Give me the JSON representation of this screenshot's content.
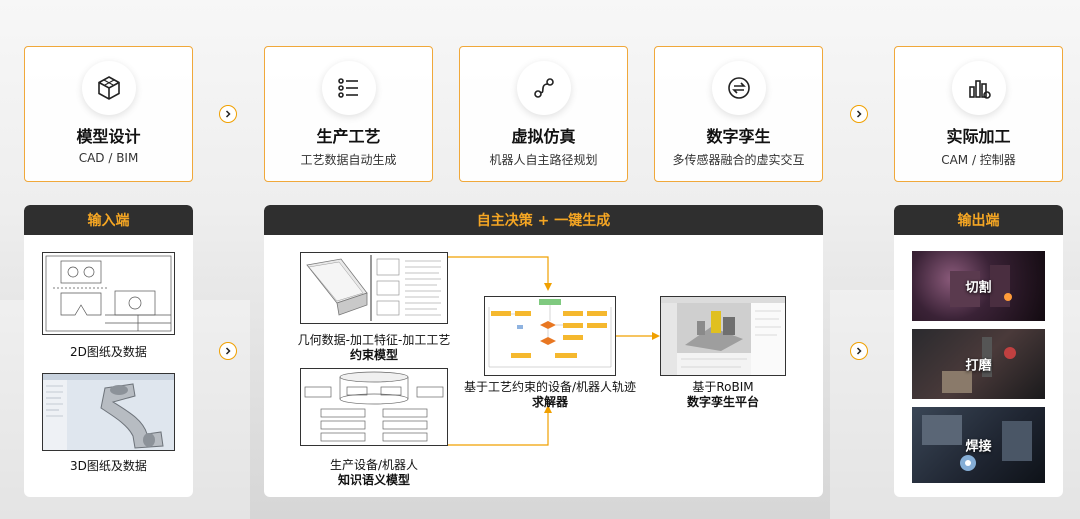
{
  "cards": [
    {
      "title": "模型设计",
      "sub": "CAD / BIM",
      "icon": "cube-icon"
    },
    {
      "title": "生产工艺",
      "sub": "工艺数据自动生成",
      "icon": "list-icon"
    },
    {
      "title": "虚拟仿真",
      "sub": "机器人自主路径规划",
      "icon": "path-icon"
    },
    {
      "title": "数字孪生",
      "sub": "多传感器融合的虚实交互",
      "icon": "sync-icon"
    },
    {
      "title": "实际加工",
      "sub": "CAM / 控制器",
      "icon": "factory-icon"
    }
  ],
  "input_panel": {
    "header": "输入端",
    "items": [
      "2D图纸及数据",
      "3D图纸及数据"
    ]
  },
  "center_panel": {
    "header": "自主决策 + 一键生成",
    "geometry_label_line1": "几何数据-加工特征-加工工艺",
    "geometry_label_line2": "约束模型",
    "knowledge_label_line1": "生产设备/机器人",
    "knowledge_label_line2": "知识语义模型",
    "solver_label_line1": "基于工艺约束的设备/机器人轨迹",
    "solver_label_line2": "求解器",
    "twin_label_line1": "基于RoBIM",
    "twin_label_line2": "数字孪生平台"
  },
  "output_panel": {
    "header": "输出端",
    "items": [
      "切割",
      "打磨",
      "焊接"
    ]
  },
  "colors": {
    "accent": "#f0a83a",
    "header_bg": "#2f2f2f",
    "header_text": "#f5a623"
  }
}
